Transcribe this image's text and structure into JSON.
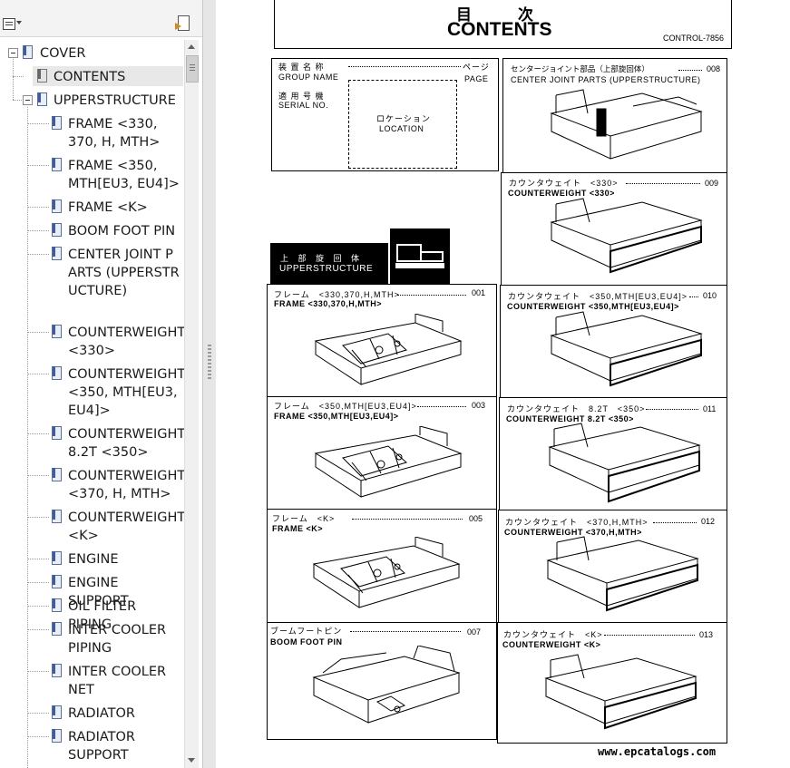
{
  "sidebar": {
    "options_icon": "bookmark-options-icon",
    "find_icon": "find-bookmark-icon",
    "bookmarks": [
      {
        "label": "COVER"
      },
      {
        "label": "CONTENTS"
      },
      {
        "label": "UPPERSTRUCTURE"
      },
      {
        "label": "FRAME <330, 370, H, MTH>"
      },
      {
        "label": "FRAME <350, MTH[EU3, EU4]>"
      },
      {
        "label": "FRAME <K>"
      },
      {
        "label": "BOOM FOOT PIN"
      },
      {
        "label": "CENTER JOINT PARTS (UPPERSTRUCTURE)"
      },
      {
        "label": "COUNTERWEIGHT <330>"
      },
      {
        "label": "COUNTERWEIGHT <350, MTH[EU3, EU4]>"
      },
      {
        "label": "COUNTERWEIGHT 8.2T <350>"
      },
      {
        "label": "COUNTERWEIGHT <370, H, MTH>"
      },
      {
        "label": "COUNTERWEIGHT <K>"
      },
      {
        "label": "ENGINE"
      },
      {
        "label": "ENGINE SUPPORT"
      },
      {
        "label": "OIL FILTER PIPING"
      },
      {
        "label": "INTER COOLER PIPING"
      },
      {
        "label": "INTER COOLER NET"
      },
      {
        "label": "RADIATOR"
      },
      {
        "label": "RADIATOR SUPPORT"
      }
    ]
  },
  "document": {
    "title_jp": "目　　　次",
    "title_en": "CONTENTS",
    "control_no": "CONTROL-7856",
    "header": {
      "group_name_jp": "装 置 名 称",
      "page_jp": "ページ",
      "group_name_en": "GROUP NAME",
      "page_en": "PAGE",
      "serial_jp": "適 用 号 機",
      "serial_en": "SERIAL NO.",
      "location_jp": "ロケーション",
      "location_en": "LOCATION"
    },
    "section": {
      "jp": "上 部 旋 回 体",
      "en": "UPPERSTRUCTURE"
    },
    "left_entries": [
      {
        "jp": "フレーム　<330,370,H,MTH>",
        "en": "FRAME <330,370,H,MTH>",
        "page": "001"
      },
      {
        "jp": "フレーム　<350,MTH[EU3,EU4]>",
        "en": "FRAME <350,MTH[EU3,EU4]>",
        "page": "003"
      },
      {
        "jp": "フレーム　<K>",
        "en": "FRAME <K>",
        "page": "005"
      },
      {
        "jp": "ブームフートピン",
        "en": "BOOM  FOOT  PIN",
        "page": "007"
      }
    ],
    "right_entries": [
      {
        "jp": "センタージョイント部品（上部旋回体）",
        "en": "CENTER  JOINT  PARTS  (UPPERSTRUCTURE)",
        "page": "008"
      },
      {
        "jp": "カウンタウェイト　<330>",
        "en": "COUNTERWEIGHT  <330>",
        "page": "009"
      },
      {
        "jp": "カウンタウェイト　<350,MTH[EU3,EU4]>",
        "en": "COUNTERWEIGHT  <350,MTH[EU3,EU4]>",
        "page": "010"
      },
      {
        "jp": "カウンタウェイト　8.2T　<350>",
        "en": "COUNTERWEIGHT  8.2T  <350>",
        "page": "011"
      },
      {
        "jp": "カウンタウェイト　<370,H,MTH>",
        "en": "COUNTERWEIGHT  <370,H,MTH>",
        "page": "012"
      },
      {
        "jp": "カウンタウェイト　<K>",
        "en": "COUNTERWEIGHT  <K>",
        "page": "013"
      }
    ],
    "watermark": "www.epcatalogs.com"
  }
}
